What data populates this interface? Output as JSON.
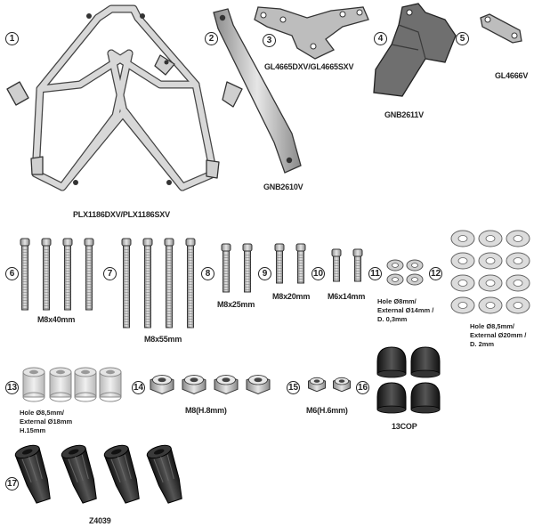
{
  "items": [
    {
      "num": "1",
      "label": "PLX1186DXV/PLX1186SXV"
    },
    {
      "num": "2",
      "label": "GNB2610V"
    },
    {
      "num": "3",
      "label": "GL4665DXV/GL4665SXV"
    },
    {
      "num": "4",
      "label": "GNB2611V"
    },
    {
      "num": "5",
      "label": "GL4666V"
    },
    {
      "num": "6",
      "label": "M8x40mm"
    },
    {
      "num": "7",
      "label": "M8x55mm"
    },
    {
      "num": "8",
      "label": "M8x25mm"
    },
    {
      "num": "9",
      "label": "M8x20mm"
    },
    {
      "num": "10",
      "label": "M6x14mm"
    },
    {
      "num": "11",
      "note": [
        "Hole Ø8mm/",
        "External Ø14mm /",
        "D. 0,3mm"
      ]
    },
    {
      "num": "12",
      "note": [
        "Hole Ø8,5mm/",
        "External Ø20mm /",
        "D. 2mm"
      ]
    },
    {
      "num": "13",
      "note": [
        "Hole Ø8,5mm/",
        "External Ø18mm",
        "H.15mm"
      ]
    },
    {
      "num": "14",
      "label": "M8(H.8mm)"
    },
    {
      "num": "15",
      "label": "M6(H.6mm)"
    },
    {
      "num": "16",
      "label": "13COP"
    },
    {
      "num": "17",
      "label": "Z4039"
    }
  ],
  "colors": {
    "metal": "#b4b4b4",
    "dark": "#2a2a2a",
    "outline": "#3a3a3a"
  }
}
